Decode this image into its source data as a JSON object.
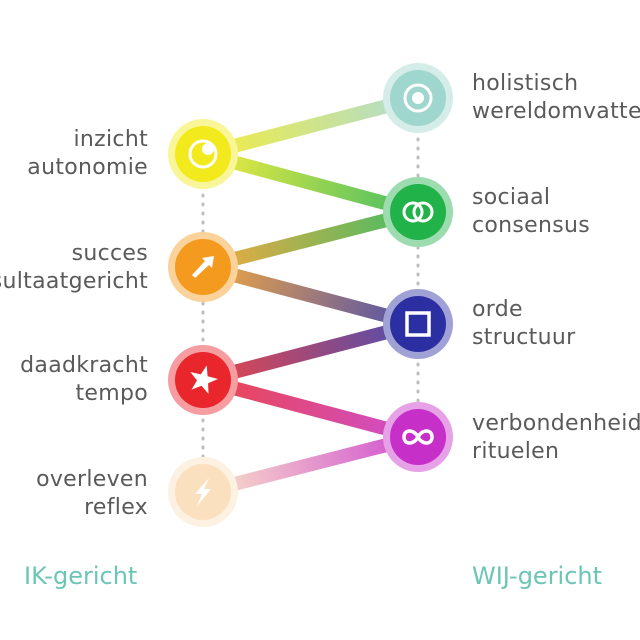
{
  "left_nodes": [
    {
      "lines": [
        "inzicht",
        "autonomie"
      ],
      "color": "#f2ea1c",
      "icon": "circle-dot-icon"
    },
    {
      "lines": [
        "succes",
        "resultaatgericht"
      ],
      "color": "#f49a1e",
      "icon": "arrow-icon"
    },
    {
      "lines": [
        "daadkracht",
        "tempo"
      ],
      "color": "#e8262b",
      "icon": "star-icon"
    },
    {
      "lines": [
        "overleven",
        "reflex"
      ],
      "color": "#fbe0bf",
      "icon": "lightning-icon"
    }
  ],
  "right_nodes": [
    {
      "lines": [
        "holistisch",
        "wereldomvattend"
      ],
      "color": "#9fd6cd",
      "icon": "target-icon"
    },
    {
      "lines": [
        "sociaal",
        "consensus"
      ],
      "color": "#22b24a",
      "icon": "double-ring-icon"
    },
    {
      "lines": [
        "orde",
        "structuur"
      ],
      "color": "#2c2fa2",
      "icon": "square-icon"
    },
    {
      "lines": [
        "verbondenheid",
        "rituelen"
      ],
      "color": "#c72fc9",
      "icon": "infinity-icon"
    }
  ],
  "footer": {
    "left": "IK-gericht",
    "right": "WIJ-gericht"
  }
}
